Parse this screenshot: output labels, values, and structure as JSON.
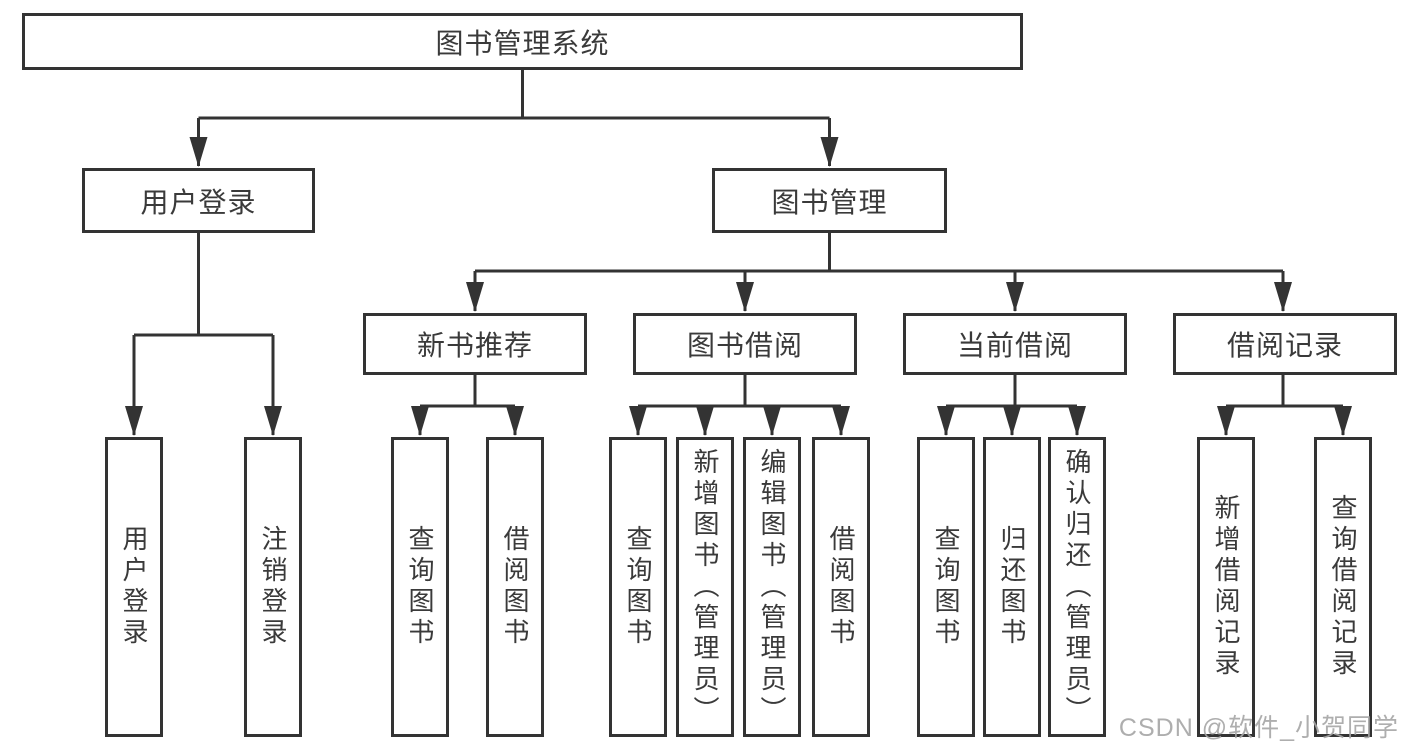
{
  "diagram_title": "图书管理系统",
  "nodes": {
    "root": "图书管理系统",
    "user_login": "用户登录",
    "book_management": "图书管理",
    "new_book_recommend": "新书推荐",
    "book_borrow": "图书借阅",
    "current_borrow": "当前借阅",
    "borrow_record": "借阅记录",
    "leaf_user_login": "用户登录",
    "leaf_logout": "注销登录",
    "nb_query_books": "查询图书",
    "nb_borrow_books": "借阅图书",
    "bb_query_books": "查询图书",
    "bb_add_books": "新增图书（管理员）",
    "bb_edit_books": "编辑图书（管理员）",
    "bb_borrow_books": "借阅图书",
    "cb_query_books": "查询图书",
    "cb_return_books": "归还图书",
    "cb_confirm_return": "确认归还（管理员）",
    "br_add_record": "新增借阅记录",
    "br_query_record": "查询借阅记录"
  },
  "watermark": {
    "text": "CSDN @软件_小贺同学"
  },
  "colors": {
    "line": "#333333",
    "box_border": "#333333",
    "text": "#3a3a3a",
    "watermark": "#a5a5a5",
    "background": "#ffffff"
  }
}
